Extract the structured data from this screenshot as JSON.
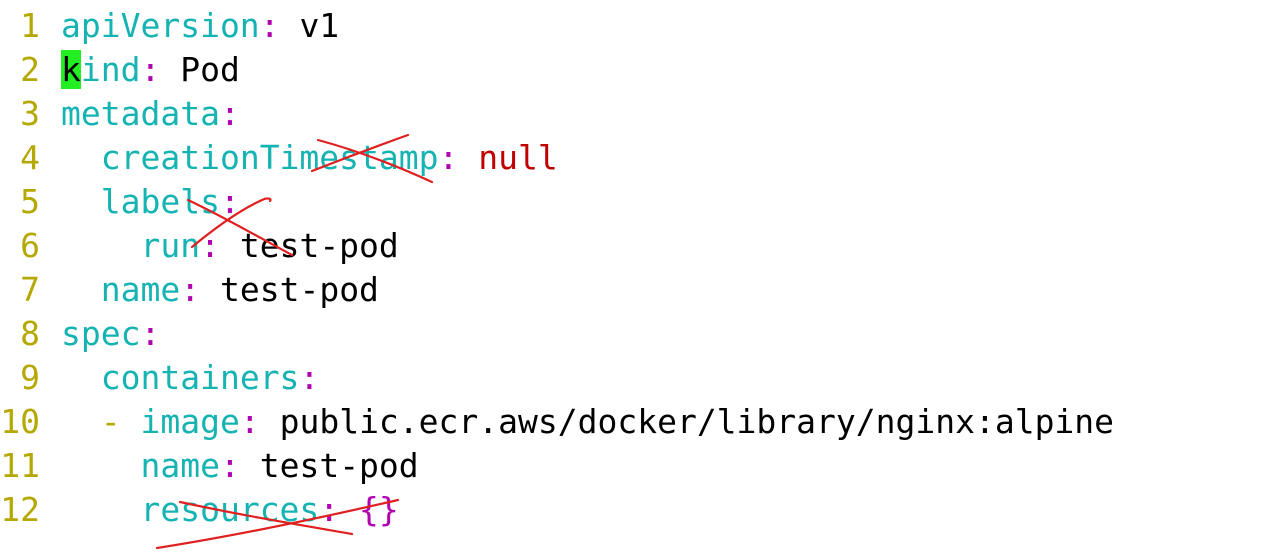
{
  "editor": {
    "lines": [
      {
        "num": "1",
        "indent": "",
        "dash": "",
        "key": "apiVersion",
        "colon": ":",
        "sep": " ",
        "value": "v1",
        "value_type": "str"
      },
      {
        "num": "2",
        "indent": "",
        "dash": "",
        "cursor_char": "k",
        "key": "ind",
        "colon": ":",
        "sep": " ",
        "value": "Pod",
        "value_type": "str"
      },
      {
        "num": "3",
        "indent": "",
        "dash": "",
        "key": "metadata",
        "colon": ":",
        "sep": "",
        "value": "",
        "value_type": "str"
      },
      {
        "num": "4",
        "indent": "  ",
        "dash": "",
        "key": "creationTimestamp",
        "colon": ":",
        "sep": " ",
        "value": "null",
        "value_type": "null"
      },
      {
        "num": "5",
        "indent": "  ",
        "dash": "",
        "key": "labels",
        "colon": ":",
        "sep": "",
        "value": "",
        "value_type": "str"
      },
      {
        "num": "6",
        "indent": "    ",
        "dash": "",
        "key": "run",
        "colon": ":",
        "sep": " ",
        "value": "test-pod",
        "value_type": "str"
      },
      {
        "num": "7",
        "indent": "  ",
        "dash": "",
        "key": "name",
        "colon": ":",
        "sep": " ",
        "value": "test-pod",
        "value_type": "str"
      },
      {
        "num": "8",
        "indent": "",
        "dash": "",
        "key": "spec",
        "colon": ":",
        "sep": "",
        "value": "",
        "value_type": "str"
      },
      {
        "num": "9",
        "indent": "  ",
        "dash": "",
        "key": "containers",
        "colon": ":",
        "sep": "",
        "value": "",
        "value_type": "str"
      },
      {
        "num": "10",
        "indent": "  ",
        "dash": "- ",
        "key": "image",
        "colon": ":",
        "sep": " ",
        "value": "public.ecr.aws/docker/library/nginx:alpine",
        "value_type": "str"
      },
      {
        "num": "11",
        "indent": "    ",
        "dash": "",
        "key": "name",
        "colon": ":",
        "sep": " ",
        "value": "test-pod",
        "value_type": "str"
      },
      {
        "num": "12",
        "indent": "    ",
        "dash": "",
        "key": "resources",
        "colon": ":",
        "sep": " ",
        "value": "{}",
        "value_type": "brace"
      }
    ],
    "colors": {
      "line_number": "#b5a800",
      "key": "#16b3b3",
      "punctuation": "#b100b1",
      "value": "#000000",
      "null": "#c00000",
      "cursor": "#22ee22",
      "annotation": "#e02020"
    }
  }
}
